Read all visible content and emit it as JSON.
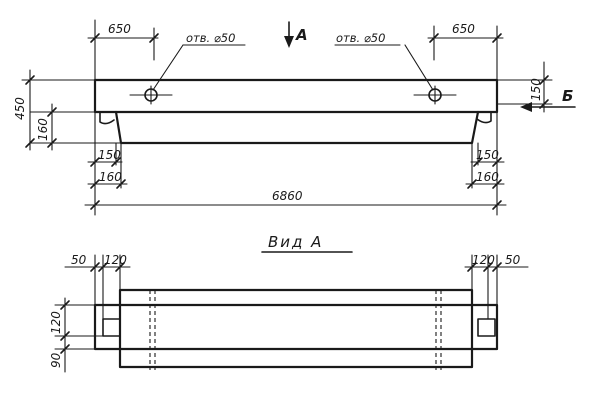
{
  "front_view": {
    "dims": {
      "left_offset": "650",
      "right_offset": "650",
      "height_total": "450",
      "height_lower": "160",
      "right_height": "150",
      "bottom_150_left": "150",
      "bottom_160_left": "160",
      "bottom_150_right": "150",
      "bottom_160_right": "160",
      "overall_length": "6860"
    },
    "hole_left_label": "отв. ⌀50",
    "hole_right_label": "отв. ⌀50",
    "view_a_mark": "A",
    "view_b_mark": "Б"
  },
  "view_a": {
    "title": "Вид A",
    "dims": {
      "left_50": "50",
      "left_120": "120",
      "right_120": "120",
      "right_50": "50",
      "side_120": "120",
      "side_90": "90"
    }
  }
}
